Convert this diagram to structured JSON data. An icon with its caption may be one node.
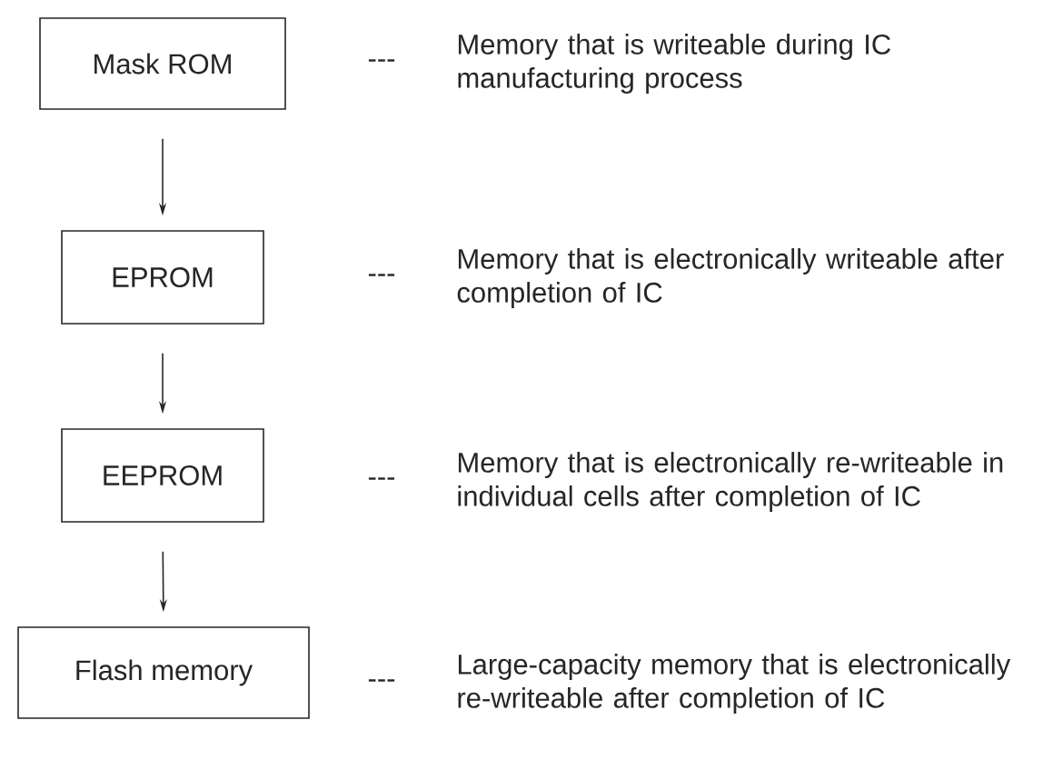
{
  "diagram": {
    "nodes": [
      {
        "text": [
          "Mask ROM"
        ],
        "beside": [
          "---",
          "Memory that is writeable during IC manufacturing process"
        ]
      },
      {
        "text": [
          "EPROM"
        ],
        "beside": [
          "---",
          "Memory that is electronically writeable after completion of IC"
        ]
      },
      {
        "text": [
          "EEPROM"
        ],
        "beside": [
          "---",
          "Memory that is electronically re-writeable in individual cells after completion of IC"
        ]
      },
      {
        "text": [
          "Flash memory"
        ],
        "beside": [
          "---",
          "Large-capacity memory that is electronically re-writeable after completion of IC"
        ]
      }
    ],
    "edges": [
      {
        "from": 0,
        "to": 1,
        "arrow": "to"
      },
      {
        "from": 1,
        "to": 2,
        "arrow": "to"
      },
      {
        "from": 2,
        "to": 3,
        "arrow": "to"
      }
    ]
  }
}
